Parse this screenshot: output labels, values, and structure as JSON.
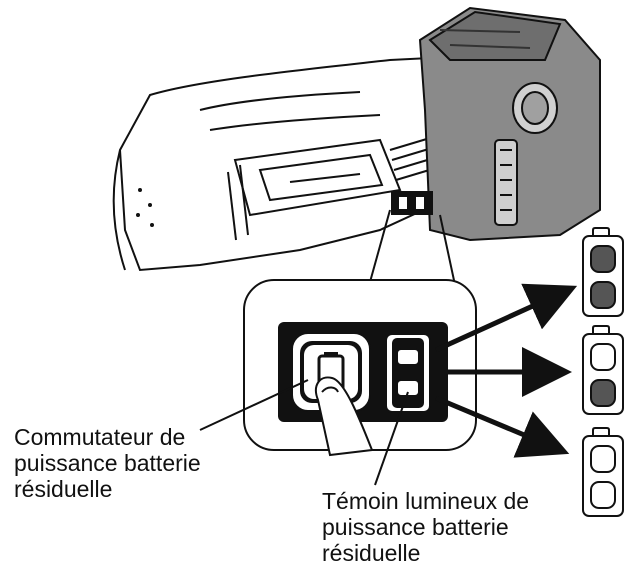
{
  "labels": {
    "switch": [
      "Commutateur de",
      "puissance batterie",
      "résiduelle"
    ],
    "indicator": [
      "Témoin lumineux de",
      "puissance batterie",
      "résiduelle"
    ]
  },
  "indicator_states": [
    {
      "top_lamp": "on",
      "bottom_lamp": "on"
    },
    {
      "top_lamp": "off",
      "bottom_lamp": "on"
    },
    {
      "top_lamp": "off",
      "bottom_lamp": "off"
    }
  ],
  "colors": {
    "line": "#111111",
    "lamp_on": "#555555",
    "lamp_off": "#ffffff",
    "panel": "#111111",
    "battery_body": "#8a8a8a"
  }
}
